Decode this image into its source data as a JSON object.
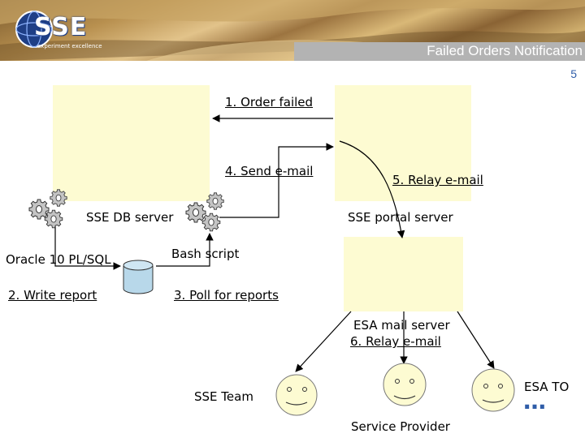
{
  "header": {
    "logo_text": "SSE",
    "logo_tagline": "experiment excellence",
    "title": "Failed Orders Notification",
    "page_number": "5"
  },
  "steps": {
    "order_failed": "1. Order failed",
    "write_report": "2. Write report",
    "poll_reports": "3. Poll for reports",
    "send_email": "4. Send e-mail",
    "relay_email_5": "5. Relay e-mail",
    "relay_email_6": "6. Relay e-mail"
  },
  "nodes": {
    "db_server": "SSE DB server",
    "portal_server": "SSE portal server",
    "oracle": "Oracle 10 PL/SQL",
    "bash_script": "Bash script",
    "mail_server": "ESA mail server",
    "sse_team": "SSE Team",
    "service_provider": "Service Provider",
    "esa_to": "ESA TO",
    "ellipsis": "…"
  },
  "colors": {
    "box_fill": "#fdfbd2",
    "title_bar": "#b3b3b3",
    "page_number": "#2f5da8",
    "ellipsis": "#2f5da8"
  }
}
